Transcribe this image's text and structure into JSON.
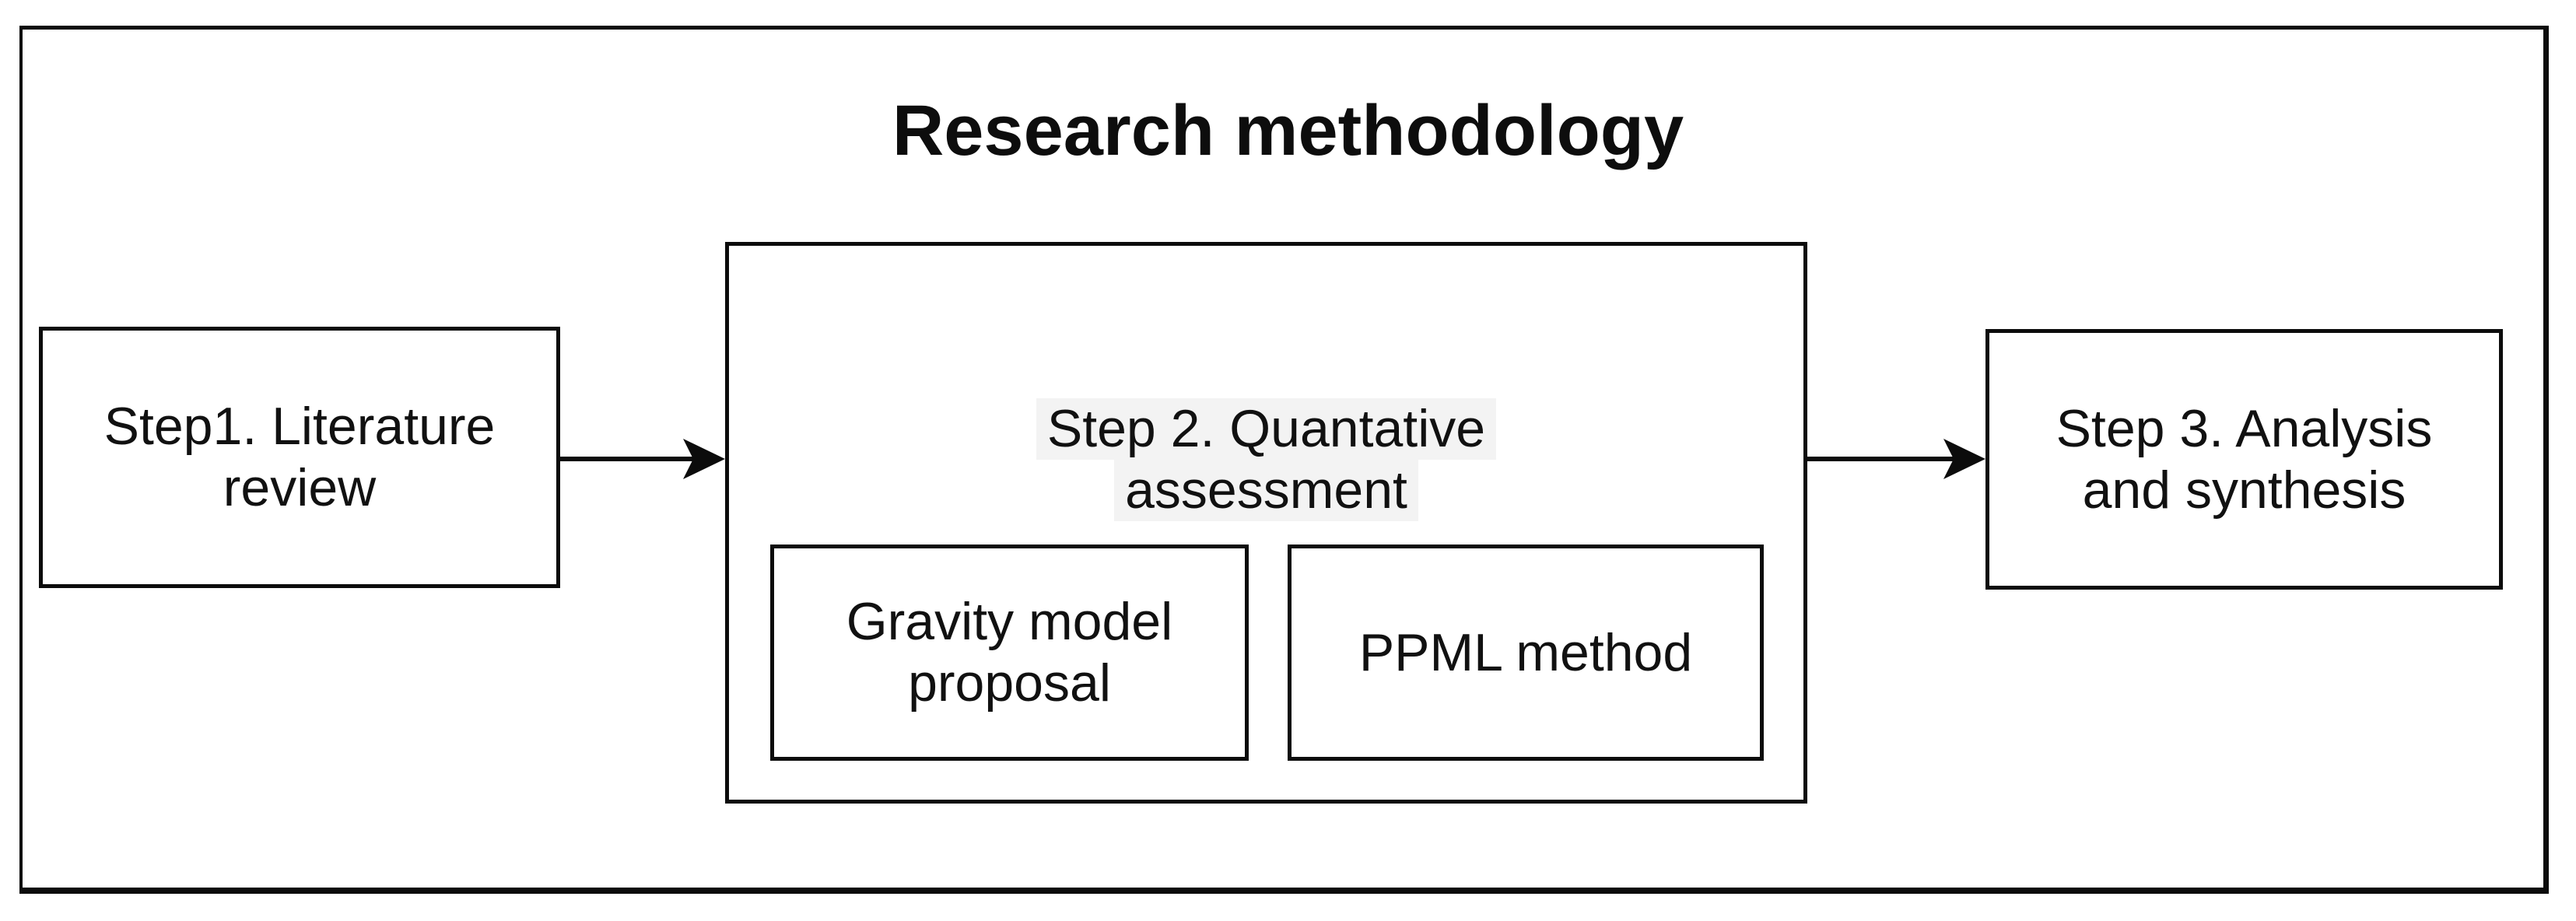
{
  "diagram": {
    "title": "Research methodology",
    "boxes": {
      "step1": {
        "lines": [
          "Step1. Literature",
          "review"
        ]
      },
      "step2": {
        "lines": [
          "Step 2. Quantative",
          "assessment"
        ],
        "highlighted": true
      },
      "gravity": {
        "lines": [
          "Gravity model",
          "proposal"
        ]
      },
      "ppml": {
        "lines": [
          "PPML method"
        ]
      },
      "step3": {
        "lines": [
          "Step 3. Analysis",
          "and synthesis"
        ]
      }
    },
    "connectors": [
      {
        "from": "step1",
        "to": "step2",
        "direction": "right"
      },
      {
        "from": "step2",
        "to": "step3",
        "direction": "right"
      }
    ],
    "colors": {
      "border": "#0c0c0c",
      "text": "#111111",
      "label_highlight": "#f3f3f3",
      "background": "#ffffff"
    }
  }
}
